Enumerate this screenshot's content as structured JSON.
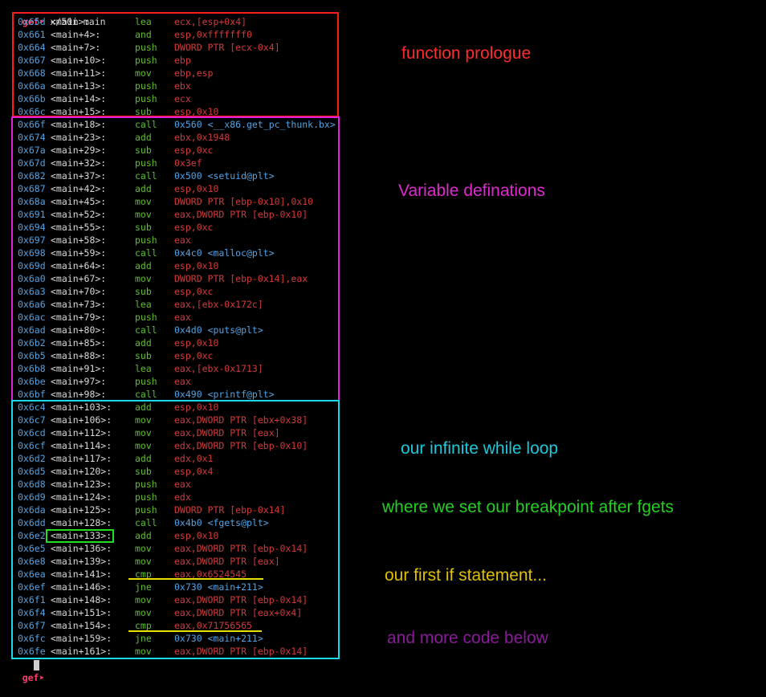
{
  "prompt": "gef➤",
  "command": "x/50i main",
  "top_partial": "...",
  "instructions": [
    {
      "addr": "0x65d",
      "sym": "<main>:",
      "mn": "lea",
      "op": "ecx,[esp+0x4]"
    },
    {
      "addr": "0x661",
      "sym": "<main+4>:",
      "mn": "and",
      "op": "esp,0xfffffff0"
    },
    {
      "addr": "0x664",
      "sym": "<main+7>:",
      "mn": "push",
      "op": "DWORD PTR [ecx-0x4]"
    },
    {
      "addr": "0x667",
      "sym": "<main+10>:",
      "mn": "push",
      "op": "ebp"
    },
    {
      "addr": "0x668",
      "sym": "<main+11>:",
      "mn": "mov",
      "op": "ebp,esp"
    },
    {
      "addr": "0x66a",
      "sym": "<main+13>:",
      "mn": "push",
      "op": "ebx"
    },
    {
      "addr": "0x66b",
      "sym": "<main+14>:",
      "mn": "push",
      "op": "ecx"
    },
    {
      "addr": "0x66c",
      "sym": "<main+15>:",
      "mn": "sub",
      "op": "esp,0x10"
    },
    {
      "addr": "0x66f",
      "sym": "<main+18>:",
      "mn": "call",
      "op": "0x560 <__x86.get_pc_thunk.bx>"
    },
    {
      "addr": "0x674",
      "sym": "<main+23>:",
      "mn": "add",
      "op": "ebx,0x1948"
    },
    {
      "addr": "0x67a",
      "sym": "<main+29>:",
      "mn": "sub",
      "op": "esp,0xc"
    },
    {
      "addr": "0x67d",
      "sym": "<main+32>:",
      "mn": "push",
      "op": "0x3ef"
    },
    {
      "addr": "0x682",
      "sym": "<main+37>:",
      "mn": "call",
      "op": "0x500 <setuid@plt>"
    },
    {
      "addr": "0x687",
      "sym": "<main+42>:",
      "mn": "add",
      "op": "esp,0x10"
    },
    {
      "addr": "0x68a",
      "sym": "<main+45>:",
      "mn": "mov",
      "op": "DWORD PTR [ebp-0x10],0x10"
    },
    {
      "addr": "0x691",
      "sym": "<main+52>:",
      "mn": "mov",
      "op": "eax,DWORD PTR [ebp-0x10]"
    },
    {
      "addr": "0x694",
      "sym": "<main+55>:",
      "mn": "sub",
      "op": "esp,0xc"
    },
    {
      "addr": "0x697",
      "sym": "<main+58>:",
      "mn": "push",
      "op": "eax"
    },
    {
      "addr": "0x698",
      "sym": "<main+59>:",
      "mn": "call",
      "op": "0x4c0 <malloc@plt>"
    },
    {
      "addr": "0x69d",
      "sym": "<main+64>:",
      "mn": "add",
      "op": "esp,0x10"
    },
    {
      "addr": "0x6a0",
      "sym": "<main+67>:",
      "mn": "mov",
      "op": "DWORD PTR [ebp-0x14],eax"
    },
    {
      "addr": "0x6a3",
      "sym": "<main+70>:",
      "mn": "sub",
      "op": "esp,0xc"
    },
    {
      "addr": "0x6a6",
      "sym": "<main+73>:",
      "mn": "lea",
      "op": "eax,[ebx-0x172c]"
    },
    {
      "addr": "0x6ac",
      "sym": "<main+79>:",
      "mn": "push",
      "op": "eax"
    },
    {
      "addr": "0x6ad",
      "sym": "<main+80>:",
      "mn": "call",
      "op": "0x4d0 <puts@plt>"
    },
    {
      "addr": "0x6b2",
      "sym": "<main+85>:",
      "mn": "add",
      "op": "esp,0x10"
    },
    {
      "addr": "0x6b5",
      "sym": "<main+88>:",
      "mn": "sub",
      "op": "esp,0xc"
    },
    {
      "addr": "0x6b8",
      "sym": "<main+91>:",
      "mn": "lea",
      "op": "eax,[ebx-0x1713]"
    },
    {
      "addr": "0x6be",
      "sym": "<main+97>:",
      "mn": "push",
      "op": "eax"
    },
    {
      "addr": "0x6bf",
      "sym": "<main+98>:",
      "mn": "call",
      "op": "0x490 <printf@plt>"
    },
    {
      "addr": "0x6c4",
      "sym": "<main+103>:",
      "mn": "add",
      "op": "esp,0x10"
    },
    {
      "addr": "0x6c7",
      "sym": "<main+106>:",
      "mn": "mov",
      "op": "eax,DWORD PTR [ebx+0x38]"
    },
    {
      "addr": "0x6cd",
      "sym": "<main+112>:",
      "mn": "mov",
      "op": "eax,DWORD PTR [eax]"
    },
    {
      "addr": "0x6cf",
      "sym": "<main+114>:",
      "mn": "mov",
      "op": "edx,DWORD PTR [ebp-0x10]"
    },
    {
      "addr": "0x6d2",
      "sym": "<main+117>:",
      "mn": "add",
      "op": "edx,0x1"
    },
    {
      "addr": "0x6d5",
      "sym": "<main+120>:",
      "mn": "sub",
      "op": "esp,0x4"
    },
    {
      "addr": "0x6d8",
      "sym": "<main+123>:",
      "mn": "push",
      "op": "eax"
    },
    {
      "addr": "0x6d9",
      "sym": "<main+124>:",
      "mn": "push",
      "op": "edx"
    },
    {
      "addr": "0x6da",
      "sym": "<main+125>:",
      "mn": "push",
      "op": "DWORD PTR [ebp-0x14]"
    },
    {
      "addr": "0x6dd",
      "sym": "<main+128>:",
      "mn": "call",
      "op": "0x4b0 <fgets@plt>"
    },
    {
      "addr": "0x6e2",
      "sym": "<main+133>:",
      "mn": "add",
      "op": "esp,0x10"
    },
    {
      "addr": "0x6e5",
      "sym": "<main+136>:",
      "mn": "mov",
      "op": "eax,DWORD PTR [ebp-0x14]"
    },
    {
      "addr": "0x6e8",
      "sym": "<main+139>:",
      "mn": "mov",
      "op": "eax,DWORD PTR [eax]"
    },
    {
      "addr": "0x6ea",
      "sym": "<main+141>:",
      "mn": "cmp",
      "op": "eax,0x6524545"
    },
    {
      "addr": "0x6ef",
      "sym": "<main+146>:",
      "mn": "jne",
      "op": "0x730 <main+211>"
    },
    {
      "addr": "0x6f1",
      "sym": "<main+148>:",
      "mn": "mov",
      "op": "eax,DWORD PTR [ebp-0x14]"
    },
    {
      "addr": "0x6f4",
      "sym": "<main+151>:",
      "mn": "mov",
      "op": "eax,DWORD PTR [eax+0x4]"
    },
    {
      "addr": "0x6f7",
      "sym": "<main+154>:",
      "mn": "cmp",
      "op": "eax,0x71756565"
    },
    {
      "addr": "0x6fc",
      "sym": "<main+159>:",
      "mn": "jne",
      "op": "0x730 <main+211>"
    },
    {
      "addr": "0x6fe",
      "sym": "<main+161>:",
      "mn": "mov",
      "op": "eax,DWORD PTR [ebp-0x14]"
    }
  ],
  "annotations": {
    "prologue": "function prologue",
    "variables": "Variable definations",
    "loop": "our infinite while loop",
    "breakpoint": "where we set our breakpoint after fgets",
    "if_statement": "our first if statement...",
    "more_code": "and more code below"
  },
  "colors": {
    "prologue_box": "#ff1a1a",
    "variables_box": "#e020d8",
    "loop_box": "#1ad8e8",
    "breakpoint_box": "#22dd22",
    "underline": "#e8e000",
    "prologue_text": "#ff2a2a",
    "variables_text": "#e02ad0",
    "loop_text": "#1ec8dc",
    "breakpoint_text": "#22d022",
    "if_text": "#e0c000",
    "more_text": "#8a1a9a"
  }
}
